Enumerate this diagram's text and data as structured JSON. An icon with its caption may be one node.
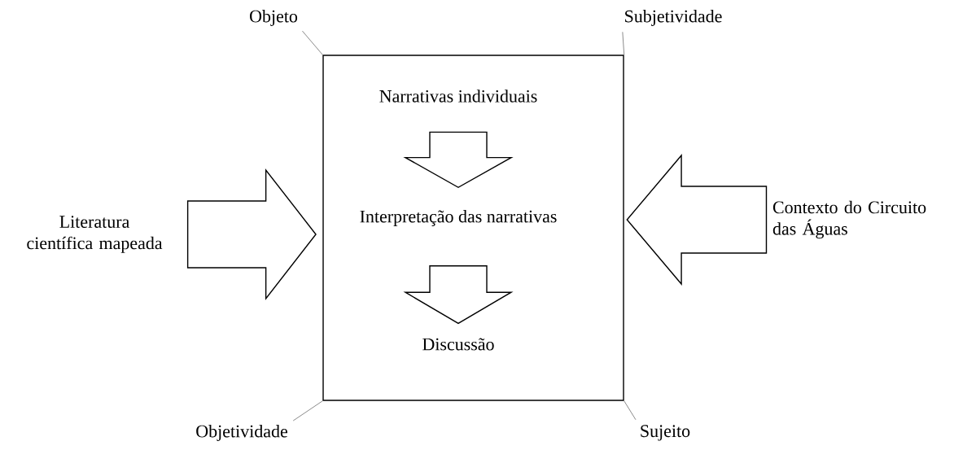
{
  "diagram": {
    "nodes": [
      {
        "text": [],
        "shape": "box"
      },
      {
        "text": [
          "Objeto"
        ]
      },
      {
        "text": [
          "Subjetividade"
        ]
      },
      {
        "text": [
          "Literatura científica mapeada"
        ]
      },
      {
        "text": [
          "Narrativas individuais"
        ],
        "in": 0
      },
      {
        "text": [
          "Interpretação das narrativas"
        ],
        "in": 0
      },
      {
        "text": [
          "Discussão"
        ],
        "in": 0
      },
      {
        "text": [
          "Contexto do Circuito das Águas"
        ]
      },
      {
        "text": [
          "Objetividade"
        ]
      },
      {
        "text": [
          "Sujeito"
        ]
      }
    ],
    "edges": [
      {
        "from": 1,
        "to": 0,
        "arrow": "none"
      },
      {
        "from": 2,
        "to": 0,
        "arrow": "none"
      },
      {
        "from": 3,
        "to": 0,
        "arrow": "to"
      },
      {
        "from": 4,
        "to": 5,
        "arrow": "to"
      },
      {
        "from": 5,
        "to": 6,
        "arrow": "to"
      },
      {
        "from": 7,
        "to": 0,
        "arrow": "to"
      },
      {
        "from": 8,
        "to": 0,
        "arrow": "none"
      },
      {
        "from": 9,
        "to": 0,
        "arrow": "none"
      }
    ]
  }
}
